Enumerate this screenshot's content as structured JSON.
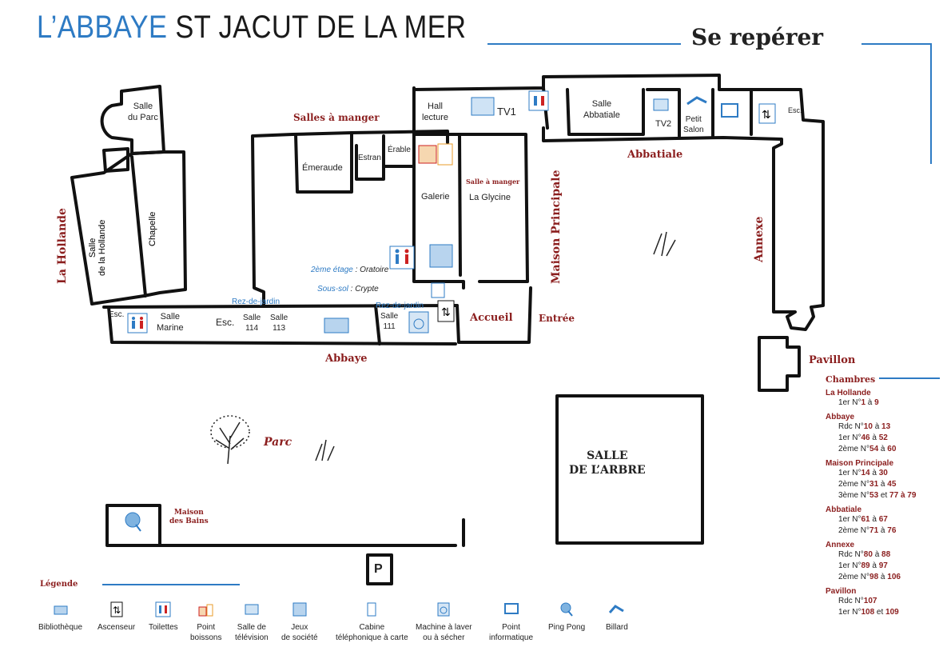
{
  "header": {
    "title_blue": "L’ABBAYE",
    "title_black": " ST JACUT DE LA MER",
    "subtitle": "Se repérer"
  },
  "zones": {
    "hollande": "La Hollande",
    "maison_principale": "Maison Principale",
    "abbatiale": "Abbatiale",
    "annexe": "Annexe",
    "abbaye": "Abbaye",
    "accueil": "Accueil",
    "pavillon": "Pavillon",
    "salles_a_manger": "Salles à manger",
    "salle_a_manger_small": "Salle à manger",
    "maison_des_bains": "Maison\ndes Bains",
    "parc": "Parc",
    "entree": "Entrée",
    "salle_arbre": "SALLE\nDE L’ARBRE",
    "parking": "P"
  },
  "rooms": {
    "salle_du_parc": "Salle\ndu Parc",
    "salle_hollande": "Salle\nde la Hollande",
    "chapelle": "Chapelle",
    "emeraude": "Émeraude",
    "estran": "Estran",
    "erable": "Érable",
    "hall_lecture": "Hall\nlecture",
    "tv1": "TV1",
    "salle_abbatiale": "Salle\nAbbatiale",
    "tv2": "TV2",
    "petit_salon": "Petit\nSalon",
    "esc": "Esc.",
    "galerie": "Galerie",
    "la_glycine": "La Glycine",
    "etage_2": "2ème étage",
    "oratoire": " : Oratoire",
    "sous_sol": "Sous-sol",
    "crypte": " : Crypte",
    "rez_de_jardin": "Rez-de-jardin",
    "salle_marine": "Salle\nMarine",
    "salle_114": "Salle\n114",
    "salle_113": "Salle\n113",
    "salle_111": "Salle\n111"
  },
  "chambres": {
    "heading": "Chambres",
    "groups": [
      {
        "name": "La Hollande",
        "rows": [
          {
            "lvl": "1er",
            "pre": "N°",
            "a": "1",
            "mid": " à ",
            "b": "9"
          }
        ]
      },
      {
        "name": "Abbaye",
        "rows": [
          {
            "lvl": "Rdc",
            "pre": "N°",
            "a": "10",
            "mid": " à ",
            "b": "13"
          },
          {
            "lvl": "1er",
            "pre": "N°",
            "a": "46",
            "mid": " à ",
            "b": "52"
          },
          {
            "lvl": "2ème",
            "pre": "N°",
            "a": "54",
            "mid": " à ",
            "b": "60"
          }
        ]
      },
      {
        "name": "Maison Principale",
        "rows": [
          {
            "lvl": "1er",
            "pre": "N°",
            "a": "14",
            "mid": " à ",
            "b": "30"
          },
          {
            "lvl": "2ème",
            "pre": "N°",
            "a": "31",
            "mid": " à ",
            "b": "45"
          },
          {
            "lvl": "3ème",
            "pre": "N°",
            "a": "53",
            "mid": " et ",
            "b": "77 à 79"
          }
        ]
      },
      {
        "name": "Abbatiale",
        "rows": [
          {
            "lvl": "1er",
            "pre": "N°",
            "a": "61",
            "mid": " à ",
            "b": "67"
          },
          {
            "lvl": "2ème",
            "pre": "N°",
            "a": "71",
            "mid": " à ",
            "b": "76"
          }
        ]
      },
      {
        "name": "Annexe",
        "rows": [
          {
            "lvl": "Rdc",
            "pre": "N°",
            "a": "80",
            "mid": " à ",
            "b": "88"
          },
          {
            "lvl": "1er",
            "pre": "N°",
            "a": "89",
            "mid": " à ",
            "b": "97"
          },
          {
            "lvl": "2ème",
            "pre": "N°",
            "a": "98",
            "mid": " à ",
            "b": "106"
          }
        ]
      },
      {
        "name": "Pavillon",
        "rows": [
          {
            "lvl": "Rdc",
            "pre": "N°",
            "a": "107",
            "mid": "",
            "b": ""
          },
          {
            "lvl": "1er",
            "pre": "N°",
            "a": "108",
            "mid": " et ",
            "b": "109"
          }
        ]
      }
    ]
  },
  "legend": {
    "heading": "Légende",
    "items": [
      {
        "icon": "books-icon",
        "label": "Bibliothèque"
      },
      {
        "icon": "elevator-icon",
        "label": "Ascenseur"
      },
      {
        "icon": "toilets-icon",
        "label": "Toilettes"
      },
      {
        "icon": "drinks-icon",
        "label": "Point\nboissons"
      },
      {
        "icon": "tv-icon",
        "label": "Salle de\ntélévision"
      },
      {
        "icon": "games-icon",
        "label": "Jeux\nde société"
      },
      {
        "icon": "phone-icon",
        "label": "Cabine\ntéléphonique à carte"
      },
      {
        "icon": "washer-icon",
        "label": "Machine à laver\nou à sécher"
      },
      {
        "icon": "computer-icon",
        "label": "Point\ninformatique"
      },
      {
        "icon": "pingpong-icon",
        "label": "Ping Pong"
      },
      {
        "icon": "billiard-icon",
        "label": "Billard"
      }
    ]
  },
  "colors": {
    "accent_blue": "#2e7bc4",
    "label_red": "#8b1e1e",
    "wall": "#111111"
  }
}
